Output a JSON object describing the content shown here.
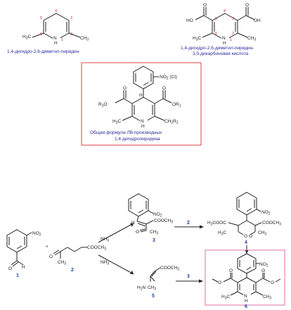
{
  "top_left": {
    "caption": "1,4-дигидро-2,6-диметил-пиридин",
    "ring_numbers": [
      "1",
      "2",
      "3",
      "4",
      "5",
      "6"
    ],
    "nh": "N\nH"
  },
  "top_right": {
    "caption_line1": "1,4-дигидро-2,6-диметил-пиридин-",
    "caption_line2": "3,5-дикарбоновая кислота",
    "ho": "HO",
    "oh": "OH",
    "ring_numbers": [
      "1",
      "2",
      "3",
      "4",
      "5",
      "6"
    ]
  },
  "general_formula": {
    "title_line1": "Общая формула ЛВ.производных",
    "title_line2": "1,4-дигидропиридина",
    "substituent": "NO2 (Cl)",
    "r3o": "R3O",
    "or1": "OR1",
    "ch3": "H3C",
    "ch2r2": "CH2R2",
    "nh": "N\nH",
    "border_color": "#e04040"
  },
  "scheme": {
    "compounds": [
      "1",
      "2",
      "3",
      "4",
      "5",
      "6"
    ],
    "steps": [
      "2",
      "3"
    ],
    "reagents": [
      "NH3",
      "NH3"
    ],
    "labels": {
      "no2": "NO2",
      "cooch3": "COOCH3",
      "h3cooc": "H3COOC",
      "ch3": "CH3",
      "h3c": "H3C",
      "h2n": "H2N",
      "h": "H",
      "o": "O",
      "nh": "NH"
    },
    "product_box_color": "#e070a0"
  }
}
